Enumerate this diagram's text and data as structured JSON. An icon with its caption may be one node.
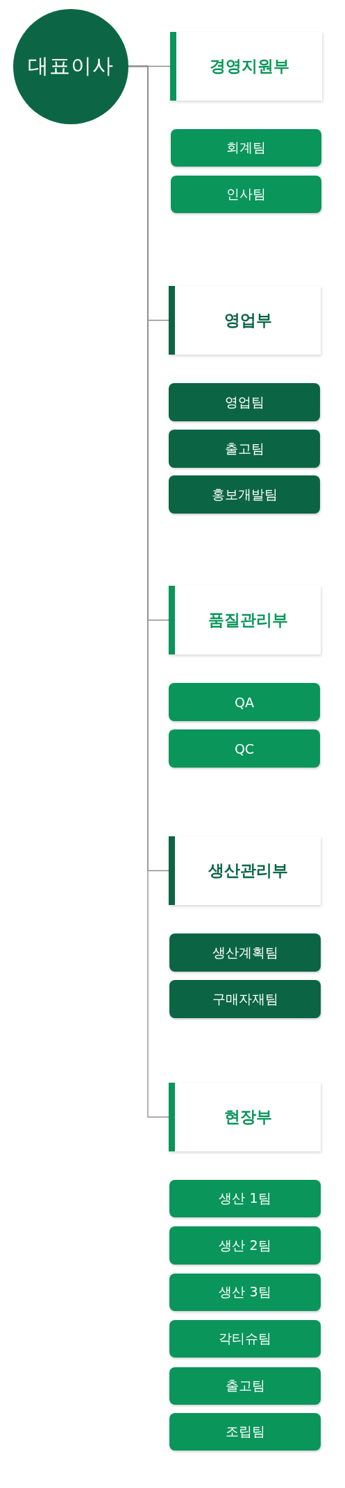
{
  "diagram": {
    "nodes": [
      {
        "text": [
          "대표이사"
        ]
      },
      {
        "text": [
          "경영지원부"
        ]
      },
      {
        "text": [
          "회계팀"
        ]
      },
      {
        "text": [
          "인사팀"
        ]
      },
      {
        "text": [
          "영업부"
        ]
      },
      {
        "text": [
          "영업팀"
        ]
      },
      {
        "text": [
          "출고팀"
        ]
      },
      {
        "text": [
          "홍보개발팀"
        ]
      },
      {
        "text": [
          "품질관리부"
        ]
      },
      {
        "text": [
          "QA"
        ]
      },
      {
        "text": [
          "QC"
        ]
      },
      {
        "text": [
          "생산관리부"
        ]
      },
      {
        "text": [
          "생산계획팀"
        ]
      },
      {
        "text": [
          "구매자재팀"
        ]
      },
      {
        "text": [
          "현장부"
        ]
      },
      {
        "text": [
          "생산 1팀"
        ]
      },
      {
        "text": [
          "생산 2팀"
        ]
      },
      {
        "text": [
          "생산 3팀"
        ]
      },
      {
        "text": [
          "각티슈팀"
        ]
      },
      {
        "text": [
          "출고팀"
        ]
      },
      {
        "text": [
          "조립팀"
        ]
      }
    ],
    "edges": [
      {
        "from": 0,
        "to": 1,
        "arrow": "none"
      },
      {
        "from": 0,
        "to": 4,
        "arrow": "none"
      },
      {
        "from": 0,
        "to": 8,
        "arrow": "none"
      },
      {
        "from": 0,
        "to": 11,
        "arrow": "none"
      },
      {
        "from": 0,
        "to": 14,
        "arrow": "none"
      }
    ]
  }
}
